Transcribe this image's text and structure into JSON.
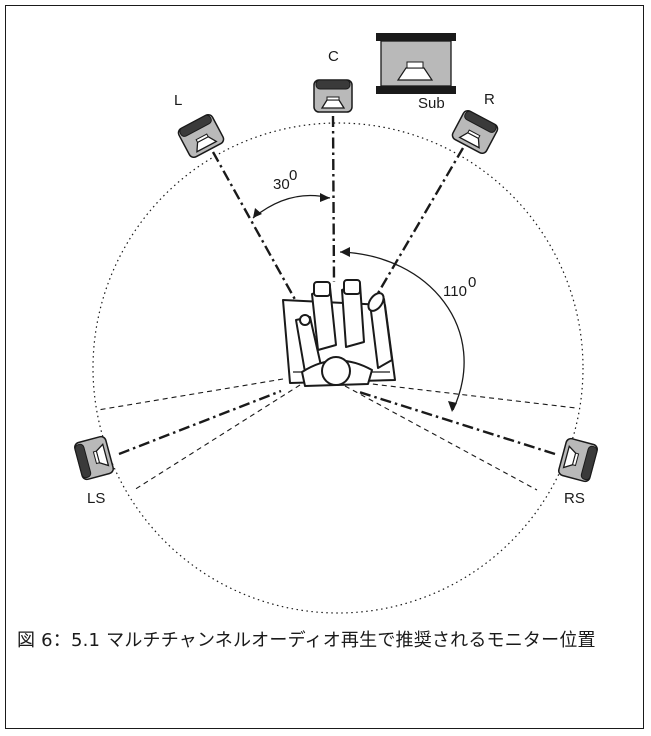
{
  "figure": {
    "labels": {
      "center": "C",
      "left": "L",
      "right": "R",
      "subwoofer": "Sub",
      "left_surround": "LS",
      "right_surround": "RS"
    },
    "angles": {
      "front": "30",
      "surround": "110"
    },
    "degree_symbol": "0",
    "caption": "図 6：5.1 マルチチャンネルオーディオ再生で推奨されるモニター位置"
  },
  "colors": {
    "line": "#1a1a1a",
    "speaker_fill": "#b9b9b9",
    "speaker_dark": "#3a3a3a"
  }
}
